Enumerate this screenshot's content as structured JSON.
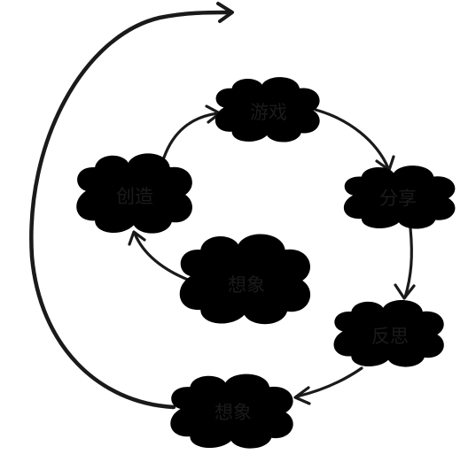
{
  "nodes": {
    "play": "游戏",
    "share": "分享",
    "reflect": "反思",
    "imagine_bottom": "想象",
    "imagine_center": "想象",
    "create": "创造"
  },
  "colors": {
    "stroke": "#1a1a1a",
    "fill": "#ffffff"
  }
}
